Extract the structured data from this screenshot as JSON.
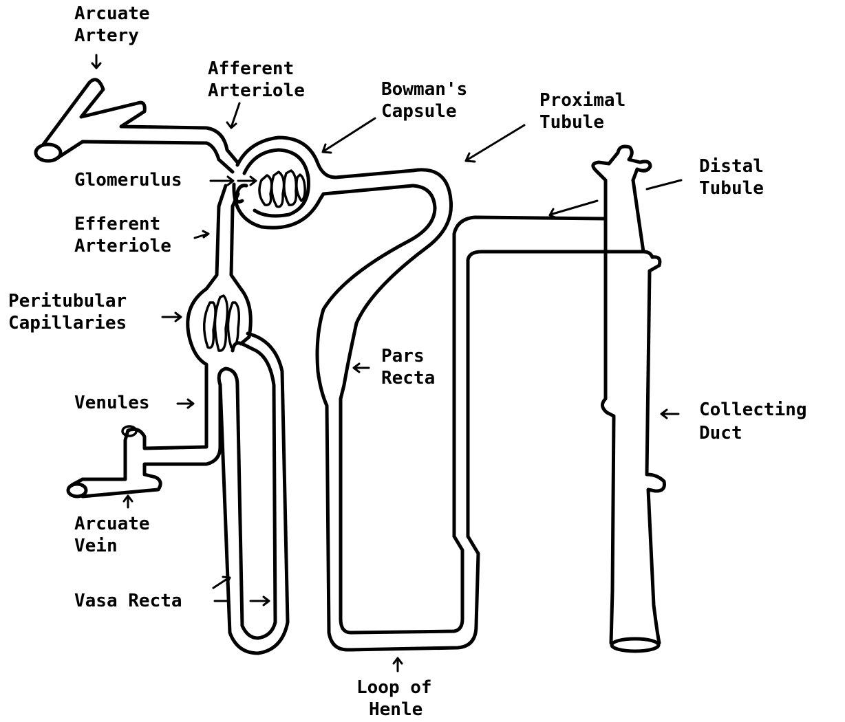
{
  "diagram": {
    "labels": {
      "arcuate_artery": [
        "Arcuate",
        "Artery"
      ],
      "afferent_arteriole": [
        "Afferent",
        "Arteriole"
      ],
      "bowmans_capsule": [
        "Bowman's",
        "Capsule"
      ],
      "proximal_tubule": [
        "Proximal",
        "Tubule"
      ],
      "distal_tubule": [
        "Distal",
        "Tubule"
      ],
      "glomerulus": "Glomerulus",
      "efferent_arteriole": [
        "Efferent",
        "Arteriole"
      ],
      "peritubular_capillaries": [
        "Peritubular",
        "Capillaries"
      ],
      "venules": "Venules",
      "arcuate_vein": [
        "Arcuate",
        "Vein"
      ],
      "vasa_recta": "Vasa Recta",
      "pars_recta": [
        "Pars",
        "Recta"
      ],
      "collecting_duct": [
        "Collecting",
        "Duct"
      ],
      "loop_of_henle": [
        "Loop of",
        "Henle"
      ]
    }
  }
}
